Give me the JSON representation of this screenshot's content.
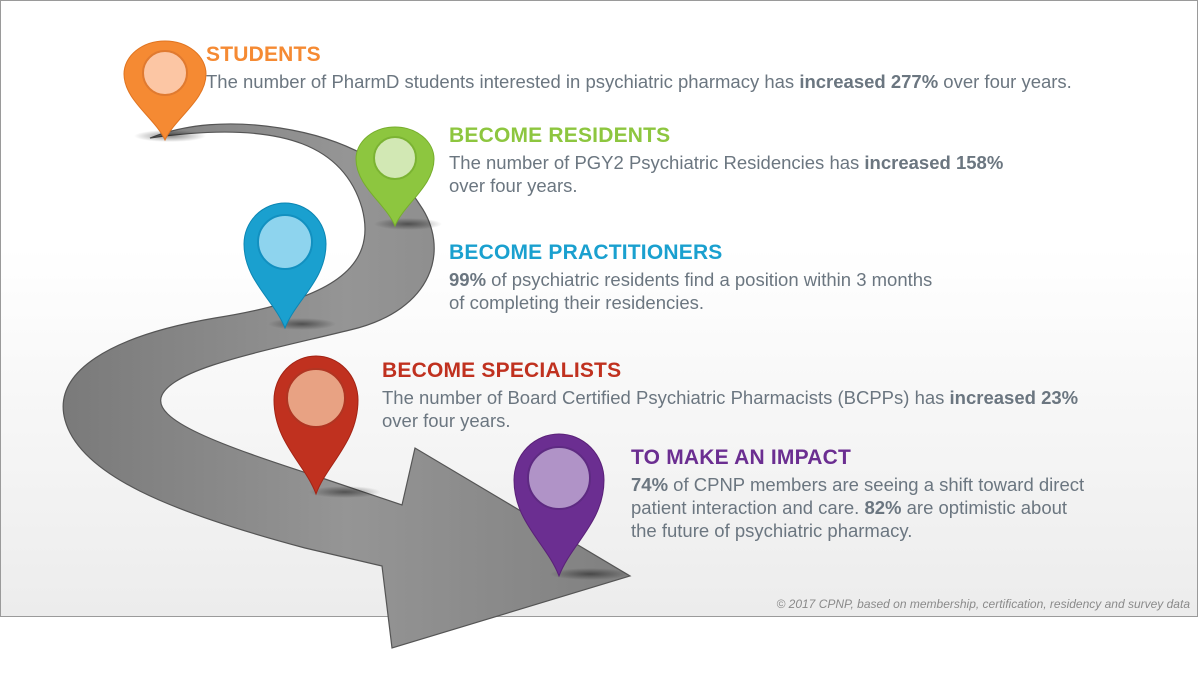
{
  "colors": {
    "orange": "#f58a33",
    "green": "#8dc63f",
    "blue": "#1aa0cf",
    "red": "#c0311f",
    "purple": "#6b2e91",
    "text": "#6b7680",
    "road": "#8c8c8c"
  },
  "steps": [
    {
      "heading": "STUDENTS",
      "text": [
        {
          "t": "The number of PharmD students interested in psychiatric pharmacy has "
        },
        {
          "t": "increased 277%",
          "b": true
        },
        {
          "t": " over four years."
        }
      ]
    },
    {
      "heading": "BECOME RESIDENTS",
      "text": [
        {
          "t": "The number of PGY2 Psychiatric Residencies has "
        },
        {
          "t": "increased 158%",
          "b": true
        },
        {
          "t": "\nover four years."
        }
      ]
    },
    {
      "heading": "BECOME PRACTITIONERS",
      "text": [
        {
          "t": "99%",
          "b": true
        },
        {
          "t": " of psychiatric residents find a position within 3 months\nof completing their residencies."
        }
      ]
    },
    {
      "heading": "BECOME SPECIALISTS",
      "text": [
        {
          "t": "The number of Board Certified Psychiatric Pharmacists (BCPPs) has "
        },
        {
          "t": "increased 23%",
          "b": true
        },
        {
          "t": "\nover four years."
        }
      ]
    },
    {
      "heading": "TO MAKE AN IMPACT",
      "text": [
        {
          "t": "74%",
          "b": true
        },
        {
          "t": " of CPNP members are seeing a shift toward direct\npatient interaction and care. "
        },
        {
          "t": "82%",
          "b": true
        },
        {
          "t": " are optimistic about\nthe future of psychiatric pharmacy."
        }
      ]
    }
  ],
  "footnote": "© 2017 CPNP, based on membership, certification, residency and survey data"
}
